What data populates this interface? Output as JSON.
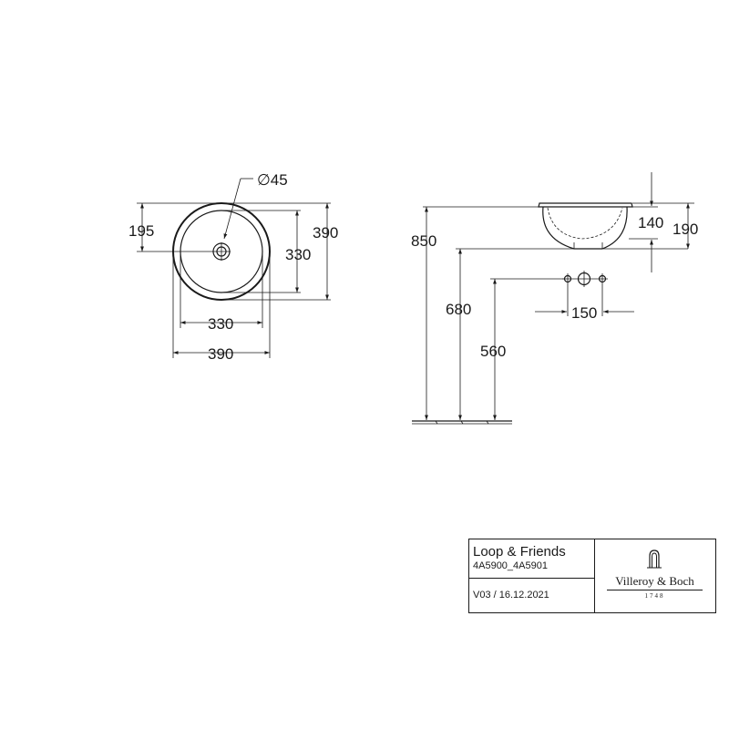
{
  "top_view": {
    "pipe_diameter": "∅45",
    "drain_offset": "195",
    "inner_height": "330",
    "outer_height": "390",
    "inner_width": "330",
    "outer_width": "390"
  },
  "side_view": {
    "mount_height": "850",
    "basin_depth": "140",
    "overall_depth": "190",
    "bottom_height": "680",
    "connection_height": "560",
    "connection_spacing": "150"
  },
  "title_block": {
    "product_name": "Loop & Friends",
    "product_codes": "4A5900_4A5901",
    "version": "V03 / 16.12.2021",
    "brand": "Villeroy & Boch",
    "brand_year": "1748"
  }
}
